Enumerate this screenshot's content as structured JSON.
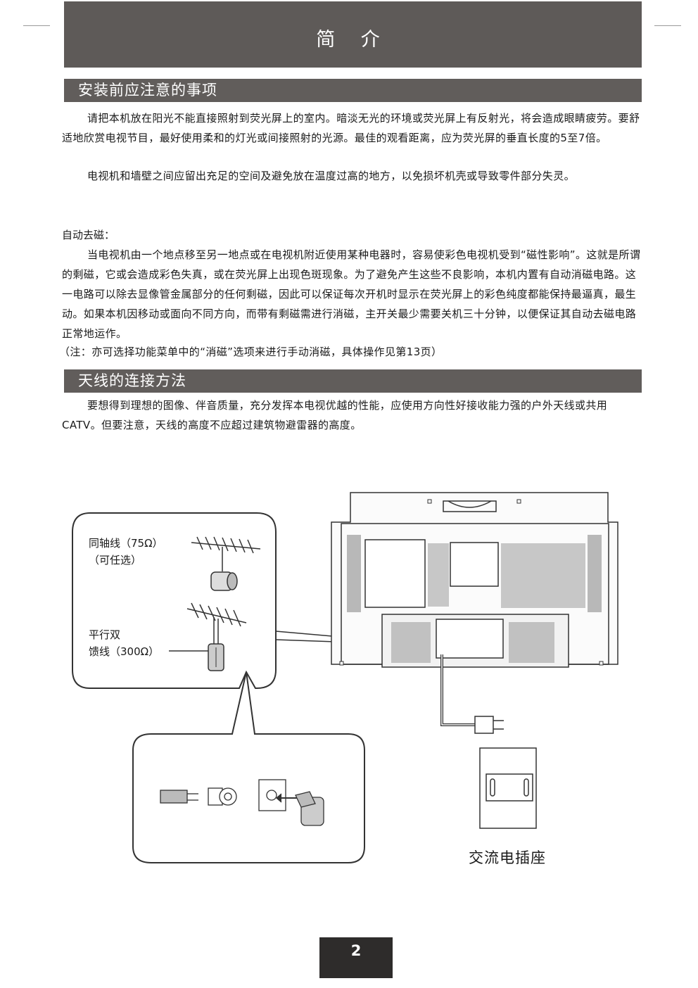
{
  "header": {
    "title": "简 介"
  },
  "section1": {
    "heading": "安装前应注意的事项",
    "paragraph1": "请把本机放在阳光不能直接照射到荧光屏上的室内。暗淡无光的环境或荧光屏上有反射光，将会造成眼睛疲劳。要舒适地欣赏电视节目，最好使用柔和的灯光或间接照射的光源。最佳的观看距离，应为荧光屏的垂直长度的5至7倍。",
    "paragraph2": "电视机和墙壁之间应留出充足的空间及避免放在温度过高的地方，以免损坏机壳或导致零件部分失灵。",
    "degauss_title": "自动去磁：",
    "paragraph3": "当电视机由一个地点移至另一地点或在电视机附近使用某种电器时，容易使彩色电视机受到“磁性影响”。这就是所谓的剩磁，它或会造成彩色失真，或在荧光屏上出现色斑现象。为了避免产生这些不良影响，本机内置有自动消磁电路。这一电路可以除去显像管金属部分的任何剩磁，因此可以保证每次开机时显示在荧光屏上的彩色纯度都能保持最逼真，最生动。如果本机因移动或面向不同方向，而带有剩磁需进行消磁，主开关最少需要关机三十分钟，以便保证其自动去磁电路正常地运作。",
    "note": "（注：亦可选择功能菜单中的“消磁”选项来进行手动消磁，具体操作见第13页）"
  },
  "section2": {
    "heading": "天线的连接方法",
    "paragraph": "要想得到理想的图像、伴音质量，充分发挥本电视优越的性能，应使用方向性好接收能力强的户外天线或共用CATV。但要注意，天线的高度不应超过建筑物避雷器的高度。"
  },
  "diagram": {
    "coax_label": "同轴线（75Ω）",
    "coax_optional": "（可任选）",
    "twin_label_1": "平行双",
    "twin_label_2": "馈线（300Ω）",
    "outlet_label": "交流电插座"
  },
  "footer": {
    "page_number": "2"
  }
}
